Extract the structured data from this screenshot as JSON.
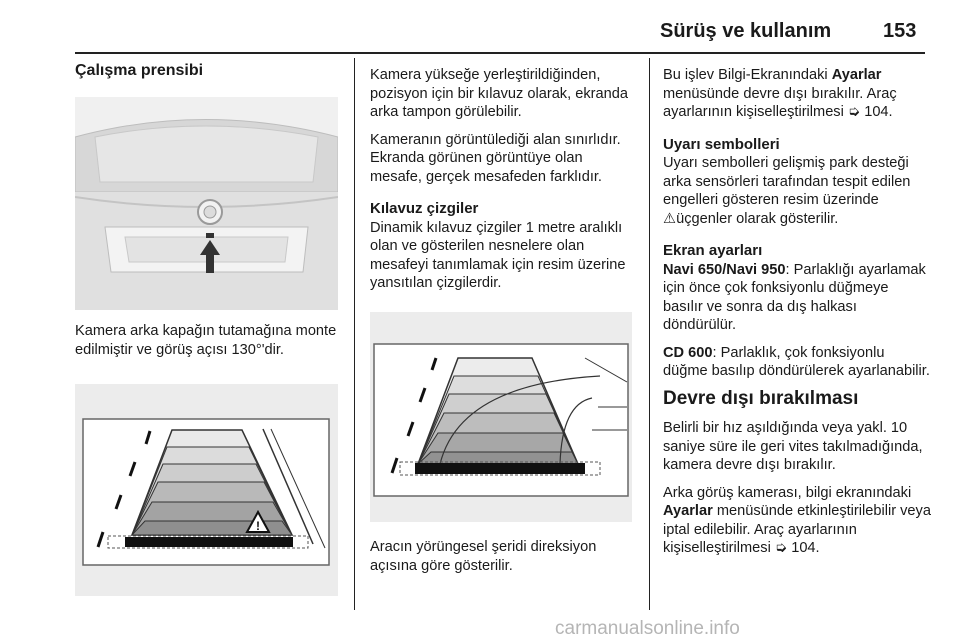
{
  "header": {
    "title": "Sürüş ve kullanım",
    "page_number": "153"
  },
  "col1": {
    "heading": "Çalışma prensibi",
    "caption": "Kamera arka kapağın tutamağına monte edilmiştir ve görüş açısı 130°'dir."
  },
  "col2": {
    "p1": "Kamera yükseğe yerleştirildiğinden, pozisyon için bir kılavuz olarak, ekranda arka tampon görülebilir.",
    "p2": "Kameranın görüntülediği alan sınırlıdır. Ekranda görünen görüntüye olan mesafe, gerçek mesafeden farklıdır.",
    "h_guides": "Kılavuz çizgiler",
    "p3": "Dinamik kılavuz çizgiler 1 metre aralıklı olan ve gösterilen nesnelere olan mesafeyi tanımlamak için resim üzerine yansıtılan çizgilerdir.",
    "caption": "Aracın yörüngesel şeridi direksiyon açısına göre gösterilir."
  },
  "col3": {
    "p1_a": "Bu işlev Bilgi-Ekranındaki ",
    "p1_b": "Ayarlar",
    "p1_c": " menüsünde devre dışı bırakılır. Araç ayarlarının kişiselleştirilmesi ",
    "p1_ref": "104.",
    "h_warn": "Uyarı sembolleri",
    "p2_a": "Uyarı sembolleri gelişmiş park desteği arka sensörleri tarafından tespit edilen engelleri gösteren resim üzerinde ",
    "p2_b": "üçgenler olarak gösterilir.",
    "h_screen": "Ekran ayarları",
    "p3_a": "Navi 650/Navi 950",
    "p3_b": ": Parlaklığı ayarlamak için önce çok fonksiyonlu düğmeye basılır ve sonra da dış halkası döndürülür.",
    "p4_a": "CD 600",
    "p4_b": ": Parlaklık, çok fonksiyonlu düğme basılıp döndürülerek ayarlanabilir.",
    "h_disable": "Devre dışı bırakılması",
    "p5": "Belirli bir hız aşıldığında veya yakl. 10 saniye süre ile geri vites takılmadığında, kamera devre dışı bırakılır.",
    "p6_a": "Arka görüş kamerası, bilgi ekranındaki ",
    "p6_b": "Ayarlar",
    "p6_c": " menüsünde etkinleştirilebilir veya iptal edilebilir. Araç ayarlarının kişiselleştirilmesi ",
    "p6_ref": "104."
  },
  "watermark": "carmanualsonline.info"
}
